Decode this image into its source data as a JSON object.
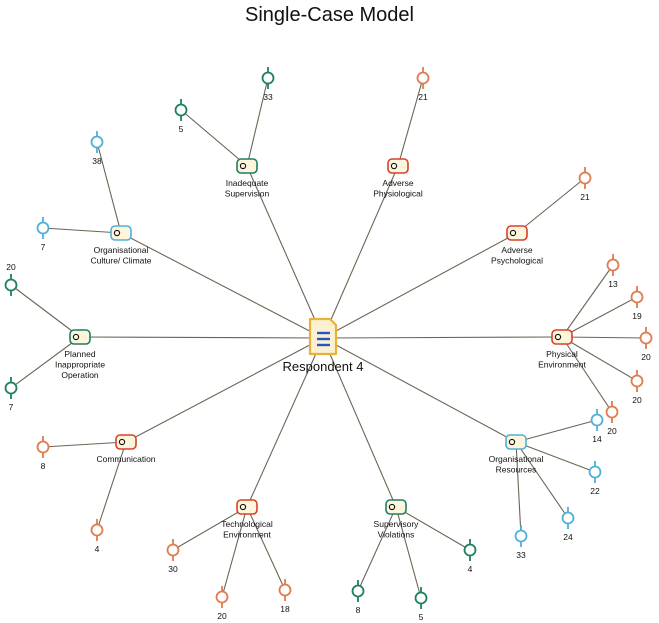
{
  "title": "Single-Case Model",
  "center": {
    "label": "Respondent 4"
  },
  "colors": {
    "green": "#1e7f62",
    "orange": "#e07a4f",
    "blue": "#4fb0d8",
    "red": "#d9402a",
    "edge": "#6b6654",
    "doc_border": "#e8b23a",
    "doc_fill": "#fbf1d0",
    "doc_lines": "#2257c9"
  },
  "themes": [
    {
      "id": "inadequate-supervision",
      "label": [
        "Inadequate",
        "Supervision"
      ],
      "color": "green",
      "codes": [
        {
          "value": "33",
          "color": "green"
        },
        {
          "value": "5",
          "color": "green"
        }
      ]
    },
    {
      "id": "adverse-physiological",
      "label": [
        "Adverse",
        "Physiological"
      ],
      "color": "red",
      "codes": [
        {
          "value": "21",
          "color": "orange"
        }
      ]
    },
    {
      "id": "adverse-psychological",
      "label": [
        "Adverse",
        "Psychological"
      ],
      "color": "red",
      "codes": [
        {
          "value": "21",
          "color": "orange"
        }
      ]
    },
    {
      "id": "physical-environment",
      "label": [
        "Physical",
        "Environment"
      ],
      "color": "red",
      "codes": [
        {
          "value": "13",
          "color": "orange"
        },
        {
          "value": "19",
          "color": "orange"
        },
        {
          "value": "20",
          "color": "orange"
        },
        {
          "value": "20",
          "color": "orange"
        },
        {
          "value": "20",
          "color": "orange"
        }
      ]
    },
    {
      "id": "organisational-resources",
      "label": [
        "Organisational",
        "Resources"
      ],
      "color": "blue",
      "codes": [
        {
          "value": "14",
          "color": "blue"
        },
        {
          "value": "22",
          "color": "blue"
        },
        {
          "value": "24",
          "color": "blue"
        },
        {
          "value": "33",
          "color": "blue"
        }
      ]
    },
    {
      "id": "supervisory-violations",
      "label": [
        "Supervisory",
        "Violations"
      ],
      "color": "green",
      "codes": [
        {
          "value": "4",
          "color": "green"
        },
        {
          "value": "5",
          "color": "green"
        },
        {
          "value": "8",
          "color": "green"
        }
      ]
    },
    {
      "id": "technological-environment",
      "label": [
        "Technological",
        "Environment"
      ],
      "color": "red",
      "codes": [
        {
          "value": "30",
          "color": "orange"
        },
        {
          "value": "20",
          "color": "orange"
        },
        {
          "value": "18",
          "color": "orange"
        }
      ]
    },
    {
      "id": "communication",
      "label": [
        "Communication"
      ],
      "color": "red",
      "codes": [
        {
          "value": "8",
          "color": "orange"
        },
        {
          "value": "4",
          "color": "orange"
        }
      ]
    },
    {
      "id": "planned-inappropriate-operation",
      "label": [
        "Planned",
        "Inappropriate",
        "Operation"
      ],
      "color": "green",
      "codes": [
        {
          "value": "20",
          "color": "green"
        },
        {
          "value": "7",
          "color": "green"
        }
      ]
    },
    {
      "id": "organisational-culture-climate",
      "label": [
        "Organisational",
        "Culture/ Climate"
      ],
      "color": "blue",
      "codes": [
        {
          "value": "38",
          "color": "blue"
        },
        {
          "value": "7",
          "color": "blue"
        }
      ]
    }
  ]
}
